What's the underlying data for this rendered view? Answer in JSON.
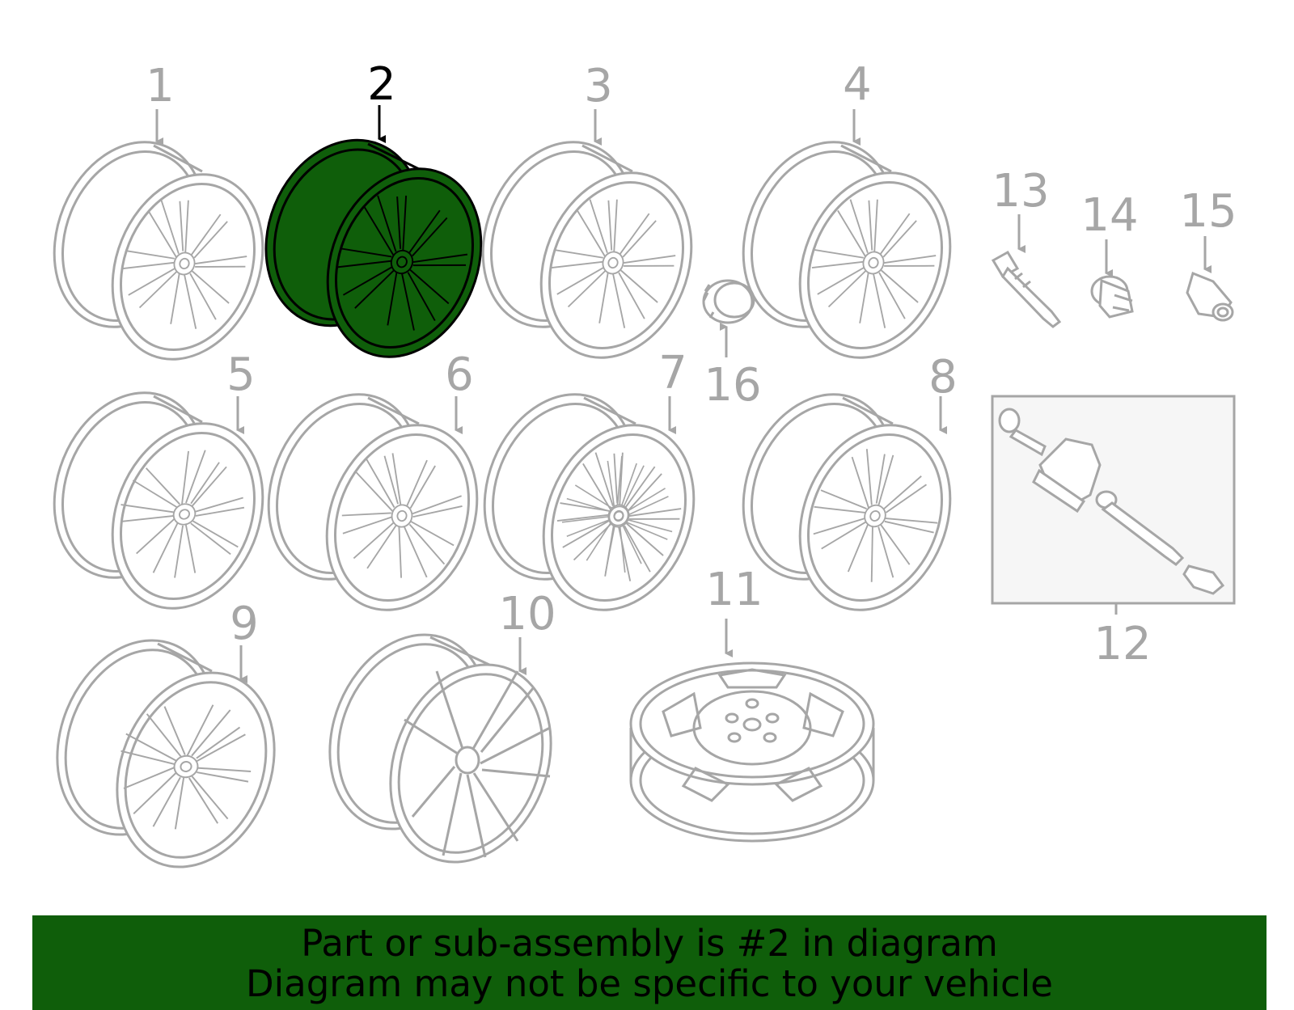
{
  "diagram": {
    "selected_part": "2",
    "colors": {
      "line": "#a6a6a6",
      "highlight_fill": "#0f5e0a",
      "highlight_line": "#000000",
      "kit_box_fill": "#f6f6f6"
    },
    "callouts": [
      "1",
      "2",
      "3",
      "4",
      "5",
      "6",
      "7",
      "8",
      "9",
      "10",
      "11",
      "12",
      "13",
      "14",
      "15",
      "16"
    ]
  },
  "banner": {
    "line1": "Part or sub-assembly is #2 in diagram",
    "line2": "Diagram may not be specific to your vehicle",
    "color": "#0f5e0a"
  }
}
